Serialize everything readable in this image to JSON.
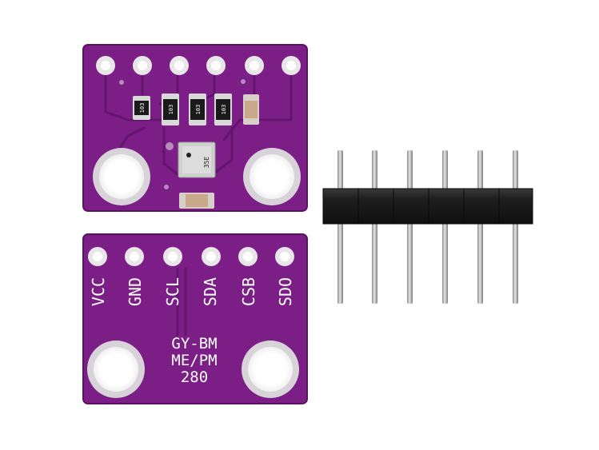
{
  "colors": {
    "background": "#ffffff",
    "pcb": "#7b1f86",
    "pcb_edge": "#5a1263",
    "trace": "#63156e",
    "pad_ring": "#e9e6ea",
    "pin_metal": "#b9b9b9",
    "header_plastic": "#1c1c1c"
  },
  "front_board": {
    "resistor_markings": [
      "103",
      "103",
      "103",
      "103"
    ],
    "sensor_marking": "35E"
  },
  "back_board": {
    "pin_labels": [
      "VCC",
      "GND",
      "SCL",
      "SDA",
      "CSB",
      "SDO"
    ],
    "model_lines": [
      "GY-BM",
      "ME/PM",
      "280"
    ]
  },
  "header": {
    "pin_count": 6
  }
}
